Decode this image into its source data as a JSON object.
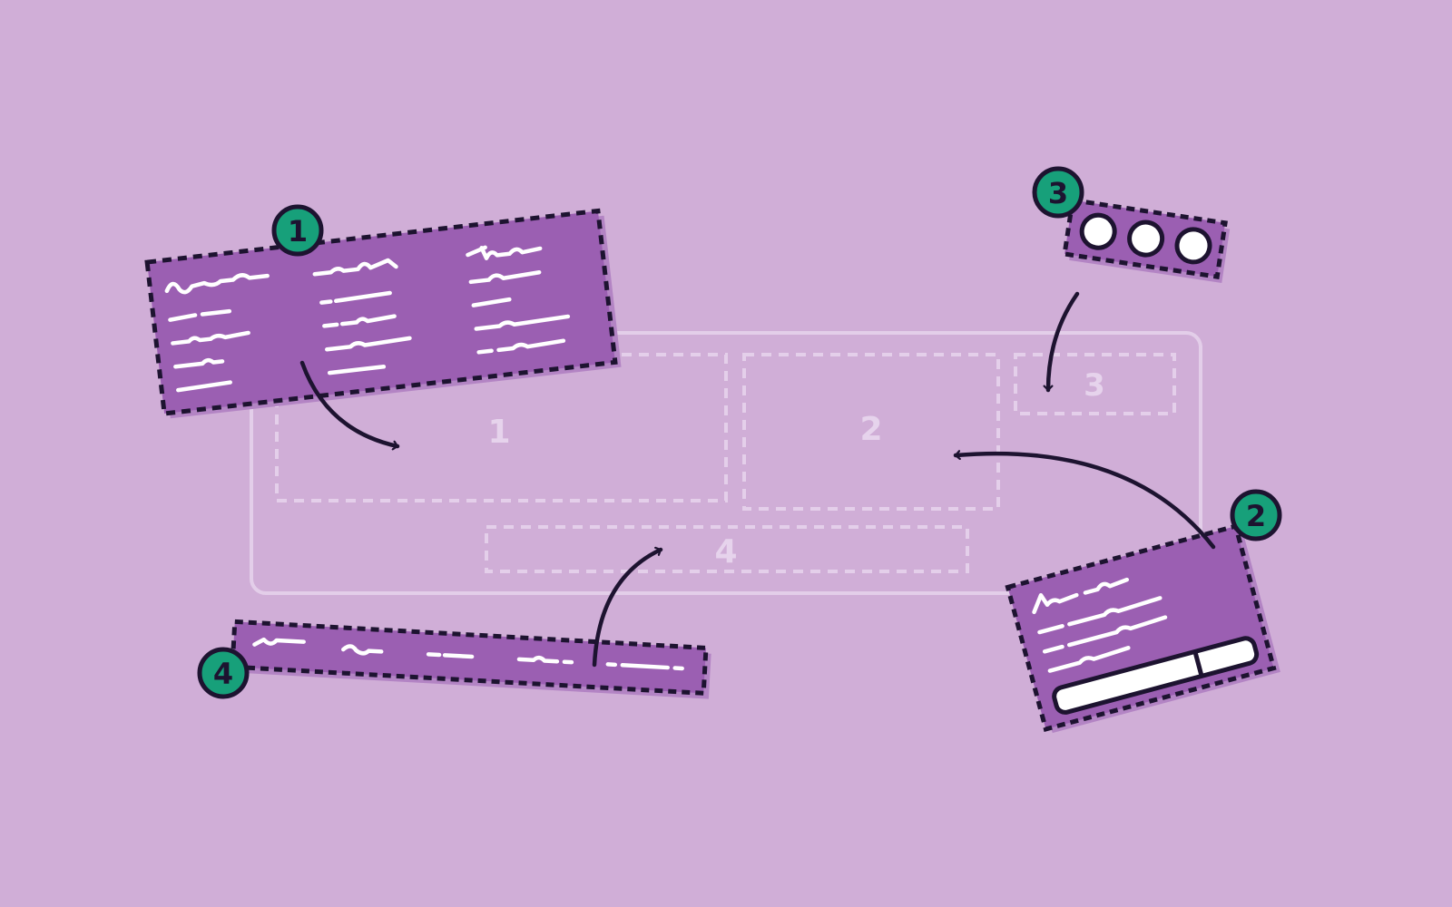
{
  "colors": {
    "background": "#d0aed7",
    "card_fill": "#9b5fb2",
    "card_shadow": "#b384c4",
    "outline": "#1d1330",
    "wireframe": "#e6d3ec",
    "badge_fill": "#17a07a",
    "scribble": "#ffffff"
  },
  "wireframe": {
    "slot_1": "1",
    "slot_2": "2",
    "slot_3": "3",
    "slot_4": "4"
  },
  "badges": {
    "badge_1": "1",
    "badge_2": "2",
    "badge_3": "3",
    "badge_4": "4"
  },
  "icons": {
    "arrow": "curved-arrow-icon",
    "dot": "circle-dot-icon",
    "badge": "numbered-badge-icon"
  }
}
